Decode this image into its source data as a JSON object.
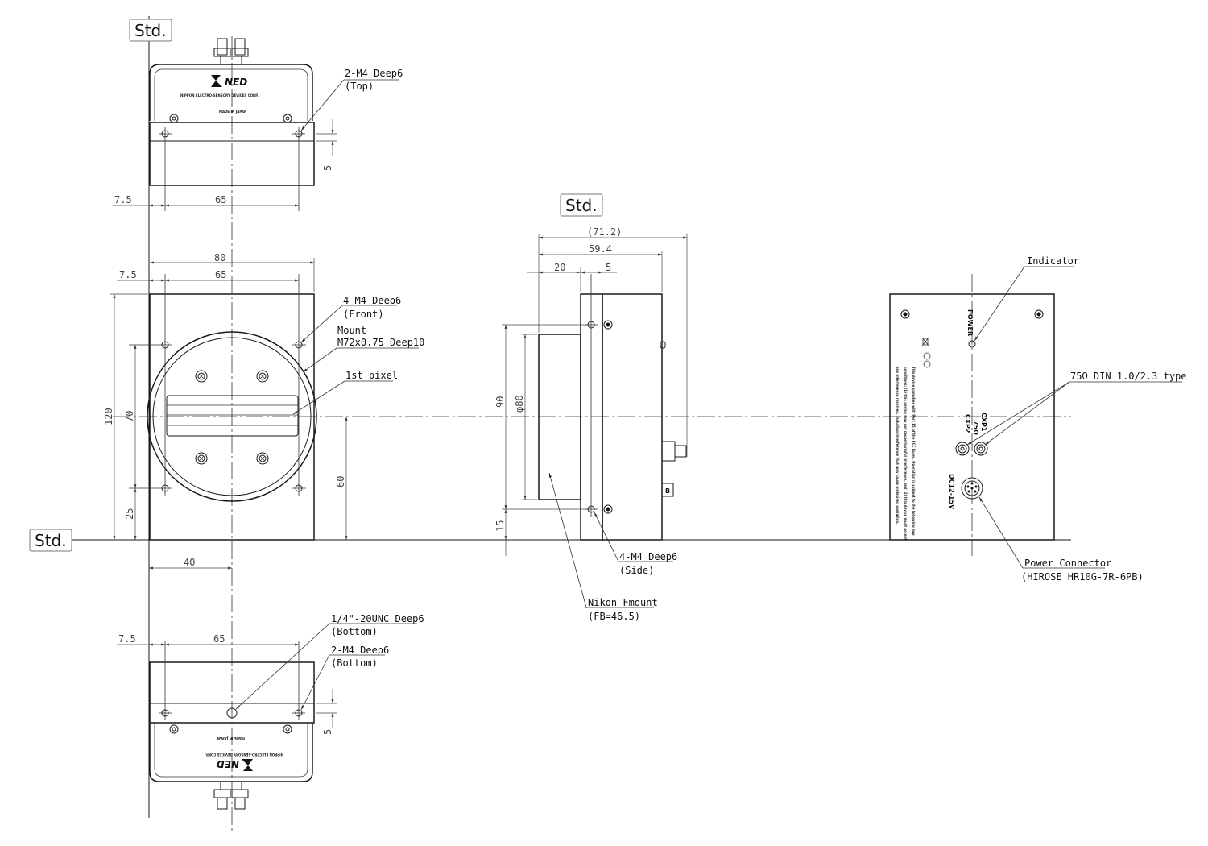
{
  "std_labels": {
    "top_view": "Std.",
    "side_view": "Std.",
    "left_ref": "Std."
  },
  "top_view": {
    "callout": {
      "line1": "2-M4 Deep6",
      "line2": "(Top)"
    },
    "dims": {
      "offset": "7.5",
      "pitch": "65",
      "edge": "5"
    },
    "logo": "NED",
    "company": "NIPPON ELECTRO-SENSORY DEVICES CORP.",
    "made_in": "MADE IN JAPAN"
  },
  "front_view": {
    "dims": {
      "width": "80",
      "offset": "7.5",
      "pitch": "65",
      "height": "120",
      "hole_pitch": "70",
      "bottom": "25",
      "center_height": "60",
      "center_x": "40"
    },
    "callouts": {
      "front_holes": {
        "line1": "4-M4 Deep6",
        "line2": "(Front)"
      },
      "mount": {
        "line1": "Mount",
        "line2": "M72x0.75 Deep10"
      },
      "first_pixel": "1st pixel"
    }
  },
  "side_view": {
    "dims": {
      "total": "(71.2)",
      "body": "59.4",
      "flange": "20",
      "plate": "5",
      "height": "90",
      "diameter": "φ80",
      "bottom": "15"
    },
    "callouts": {
      "side_holes": {
        "line1": "4-M4 Deep6",
        "line2": "(Side)"
      },
      "nikon": {
        "line1": "Nikon Fmount",
        "line2": "(FB=46.5)"
      }
    }
  },
  "rear_view": {
    "callouts": {
      "indicator": "Indicator",
      "din": "75Ω DIN 1.0/2.3 type",
      "power": {
        "line1": "Power Connector",
        "line2": "(HIROSE HR10G-7R-6PB)"
      }
    },
    "panel": {
      "power_label": "POWER",
      "cxp1": "CXP1",
      "ohm": "75Ω",
      "cxp2": "CXP2",
      "dc": "DC12-15V",
      "compliance_lines": [
        "This device complies with Part 15 of the FCC Rules. Operation is subject to the following two",
        "conditions: (1) this device may not cause harmful interference, and (2) this device must accept",
        "any interference received, including interference that may cause undesired operation."
      ]
    }
  },
  "bottom_view": {
    "callouts": {
      "unc": {
        "line1": "1/4\"-20UNC Deep6",
        "line2": "(Bottom)"
      },
      "holes": {
        "line1": "2-M4 Deep6",
        "line2": "(Bottom)"
      }
    },
    "dims": {
      "offset": "7.5",
      "pitch": "65",
      "edge": "5"
    },
    "logo": "NED",
    "company": "NIPPON ELECTRO-SENSORY DEVICES CORP.",
    "made_in": "MADE IN JAPAN"
  }
}
